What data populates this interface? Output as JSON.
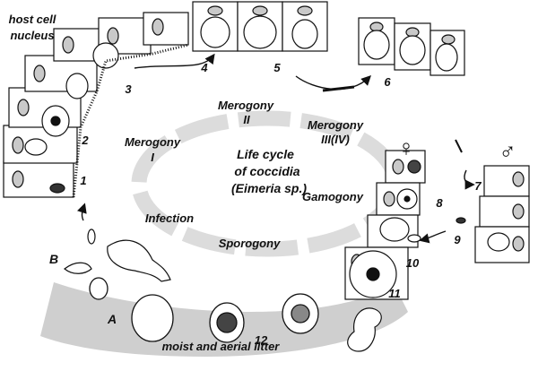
{
  "labels": {
    "host_cell_nucleus_1": "host cell",
    "host_cell_nucleus_2": "nucleus",
    "center_1": "Life cycle",
    "center_2": "of coccidia",
    "center_3": "(Eimeria sp.)",
    "merogony_i_1": "Merogony",
    "merogony_i_2": "I",
    "merogony_ii_1": "Merogony",
    "merogony_ii_2": "II",
    "merogony_iii_1": "Merogony",
    "merogony_iii_2": "III(IV)",
    "gamogony": "Gamogony",
    "sporogony": "Sporogony",
    "infection": "Infection",
    "litter": "moist and aerial litter",
    "stage_a": "A",
    "stage_b": "B"
  },
  "stages": [
    "1",
    "2",
    "3",
    "4",
    "5",
    "6",
    "7",
    "8",
    "9",
    "10",
    "11",
    "12"
  ],
  "symbols": {
    "female": "♀",
    "male": "♂"
  },
  "colors": {
    "ring": "#dcdcdc",
    "band": "#cfcfcf",
    "ink": "#111111",
    "nucleus": "#bdbdbd"
  }
}
